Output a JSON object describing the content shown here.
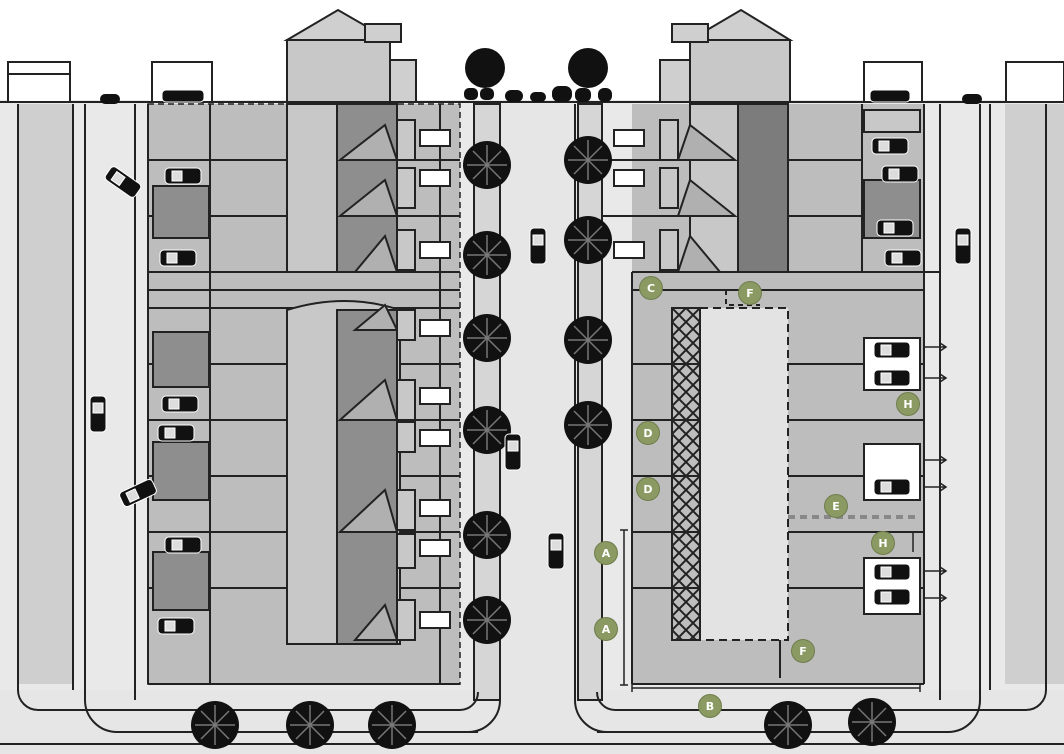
{
  "palette": {
    "ground": "#ffffff",
    "street": "#e9e9e9",
    "block": "#bdbdbd",
    "block_dark": "#aaaaaa",
    "lot": "#d2d2d2",
    "roof_light": "#c4c4c4",
    "roof_dark": "#8b8b8b",
    "line": "#222222",
    "callout": "#8a9a62",
    "tree": "#111111"
  },
  "legend_markers": {
    "A": "A",
    "B": "B",
    "C": "C",
    "D": "D",
    "E": "E",
    "F": "F",
    "H": "H"
  },
  "icons": {
    "tree": "tree-canopy-icon",
    "car": "car-icon",
    "shrub": "shrub-icon"
  }
}
